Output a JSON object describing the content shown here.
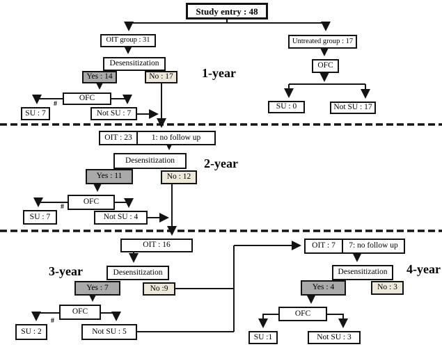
{
  "study_entry": "Study entry : 48",
  "year1": {
    "label": "1-year",
    "group": "OIT group : 31",
    "desensitization": "Desensitization",
    "yes": "Yes : 14",
    "no": "No : 17",
    "ofc": "OFC",
    "su": "SU : 7",
    "su_mark": "#",
    "not_su": "Not SU : 7"
  },
  "untreated": {
    "group": "Untreated group : 17",
    "ofc": "OFC",
    "su": "SU : 0",
    "not_su": "Not SU : 17"
  },
  "year2": {
    "label": "2-year",
    "oit": "OIT : 23",
    "no_follow_up": "1: no follow up",
    "desensitization": "Desensitization",
    "yes": "Yes : 11",
    "no": "No : 12",
    "ofc": "OFC",
    "su": "SU : 7",
    "su_mark": "#",
    "not_su": "Not SU : 4"
  },
  "year3": {
    "label": "3-year",
    "oit": "OIT : 16",
    "desensitization": "Desensitization",
    "yes": "Yes : 7",
    "no": "No :9",
    "ofc": "OFC",
    "su": "SU : 2",
    "su_mark": "#",
    "not_su": "Not SU : 5"
  },
  "year4": {
    "label": "4-year",
    "oit": "OIT : 7",
    "no_follow_up": "7: no follow up",
    "desensitization": "Desensitization",
    "yes": "Yes : 4",
    "no": "No : 3",
    "ofc": "OFC",
    "su": "SU :1",
    "not_su": "Not SU : 3"
  },
  "colors": {
    "yes_fill": "#a9a9a9",
    "no_fill": "#ece9da",
    "line": "#141414"
  }
}
